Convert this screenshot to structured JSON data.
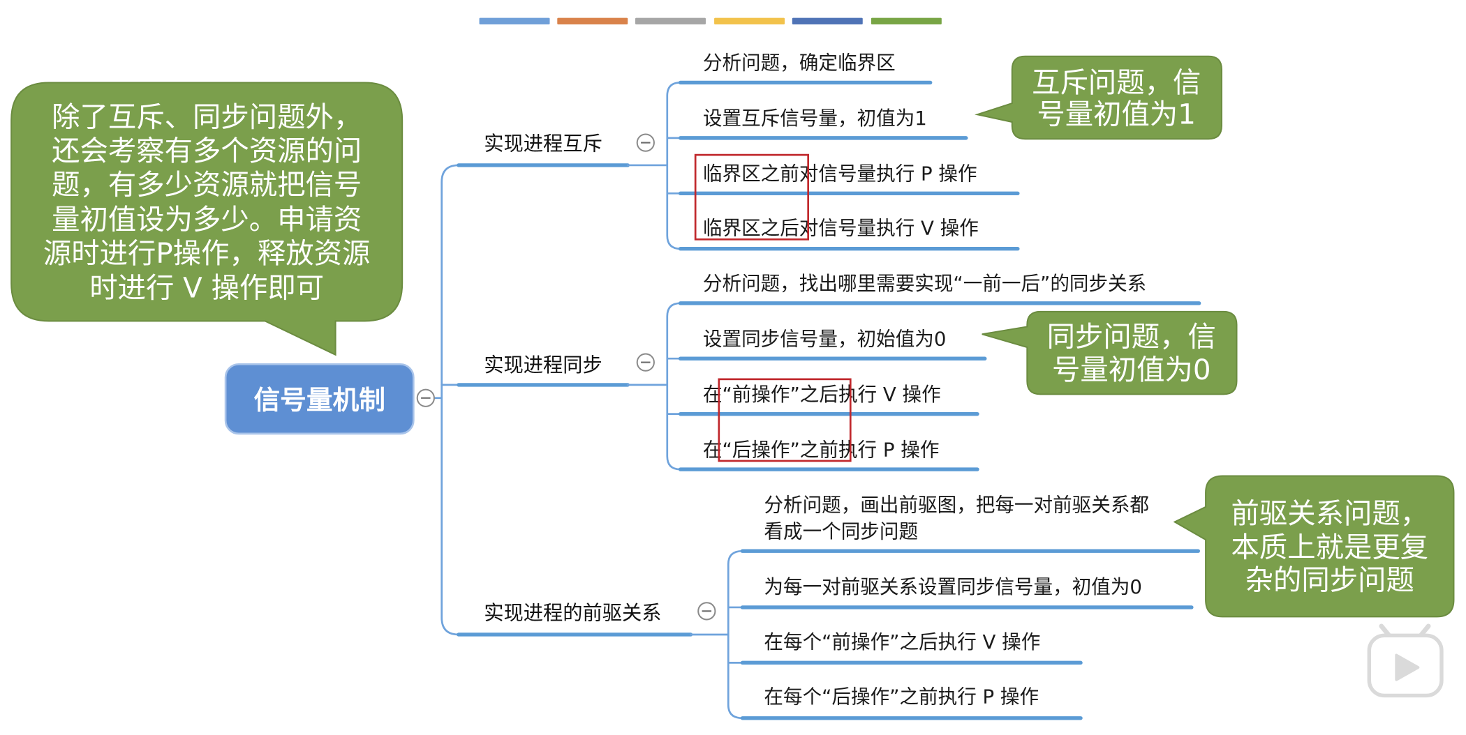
{
  "color_bars": [
    "#6f9fd8",
    "#d9824a",
    "#a6a6a6",
    "#f2c24b",
    "#4f73b6",
    "#78a545"
  ],
  "colors": {
    "callout_fill": "#7b9f4c",
    "callout_stroke": "#6b8c40",
    "root_fill": "#5e8fd3",
    "root_stroke": "#a9c4ea",
    "highlight": "#c0282c",
    "link": "#5b9bd5"
  },
  "note": {
    "lines": [
      "除了互斥、同步问题外，",
      "还会考察有多个资源的问",
      "题，有多少资源就把信号",
      "量初值设为多少。申请资",
      "源时进行P操作，释放资源",
      "时进行 V 操作即可"
    ]
  },
  "root": {
    "label": "信号量机制"
  },
  "branches": [
    {
      "label": "实现进程互斥",
      "children": [
        {
          "lines": [
            "分析问题，确定临界区"
          ]
        },
        {
          "lines": [
            "设置互斥信号量，初值为1"
          ]
        },
        {
          "lines": [
            "临界区之前对信号量执行 P 操作"
          ]
        },
        {
          "lines": [
            "临界区之后对信号量执行 V 操作"
          ]
        }
      ],
      "callout": {
        "lines": [
          "互斥问题，信",
          "号量初值为1"
        ]
      }
    },
    {
      "label": "实现进程同步",
      "children": [
        {
          "lines": [
            "分析问题，找出哪里需要实现“一前一后”的同步关系"
          ]
        },
        {
          "lines": [
            "设置同步信号量，初始值为0"
          ]
        },
        {
          "lines": [
            "在“前操作”之后执行 V 操作"
          ]
        },
        {
          "lines": [
            "在“后操作”之前执行 P 操作"
          ]
        }
      ],
      "callout": {
        "lines": [
          "同步问题，信",
          "号量初值为0"
        ]
      }
    },
    {
      "label": "实现进程的前驱关系",
      "children": [
        {
          "lines": [
            "分析问题，画出前驱图，把每一对前驱关系都",
            "看成一个同步问题"
          ]
        },
        {
          "lines": [
            "为每一对前驱关系设置同步信号量，初值为0"
          ]
        },
        {
          "lines": [
            "在每个“前操作”之后执行 V 操作"
          ]
        },
        {
          "lines": [
            "在每个“后操作”之前执行 P 操作"
          ]
        }
      ],
      "callout": {
        "lines": [
          "前驱关系问题，",
          "本质上就是更复",
          "杂的同步问题"
        ]
      }
    }
  ],
  "icons": {
    "toggle": "collapse-minus-icon",
    "watermark": "bilibili-tv-icon"
  }
}
